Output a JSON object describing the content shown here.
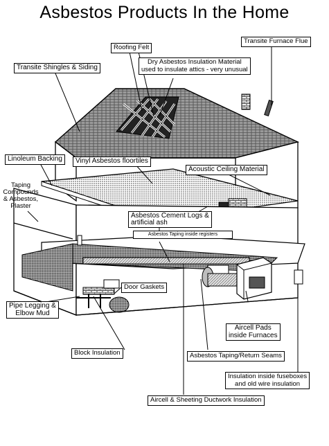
{
  "title": "Asbestos Products In the Home",
  "labels": {
    "roofing_felt": "Roofing Felt",
    "transite_flue": "Transite Furnace Flue",
    "shingles": "Transite Shingles & Siding",
    "dry_insulation_1": "Dry Asbestos Insulation Material",
    "dry_insulation_2": "used to insulate attics - very unusual",
    "linoleum": "Linoleum Backing",
    "vinyl_tiles": "Vinyl Asbestos floortiles",
    "acoustic_ceiling": "Acoustic Ceiling Material",
    "taping_1": "Taping",
    "taping_2": "Compounds",
    "taping_3": "& Asbestos,",
    "taping_4": "Plaster",
    "cement_logs_1": "Asbestos Cement Logs &",
    "cement_logs_2": "artificial ash",
    "taping_registers": "Asbestos Taping inside registers",
    "door_gaskets": "Door Gaskets",
    "pipe_legging_1": "Pipe Legging &",
    "pipe_legging_2": "Elbow Mud",
    "aircell_pads_1": "Aircell Pads",
    "aircell_pads_2": "inside Furnaces",
    "block_insulation": "Block Insulation",
    "taping_seams": "Asbestos Taping/Return Seams",
    "fuseboxes_1": "Insulation inside fuseboxes",
    "fuseboxes_2": "and old wire insulation",
    "ductwork": "Aircell & Sheeting Ductwork Insulation"
  },
  "colors": {
    "ink": "#000000",
    "paper": "#ffffff",
    "shade": "#6b6b6b",
    "light": "#bdbdbd"
  }
}
